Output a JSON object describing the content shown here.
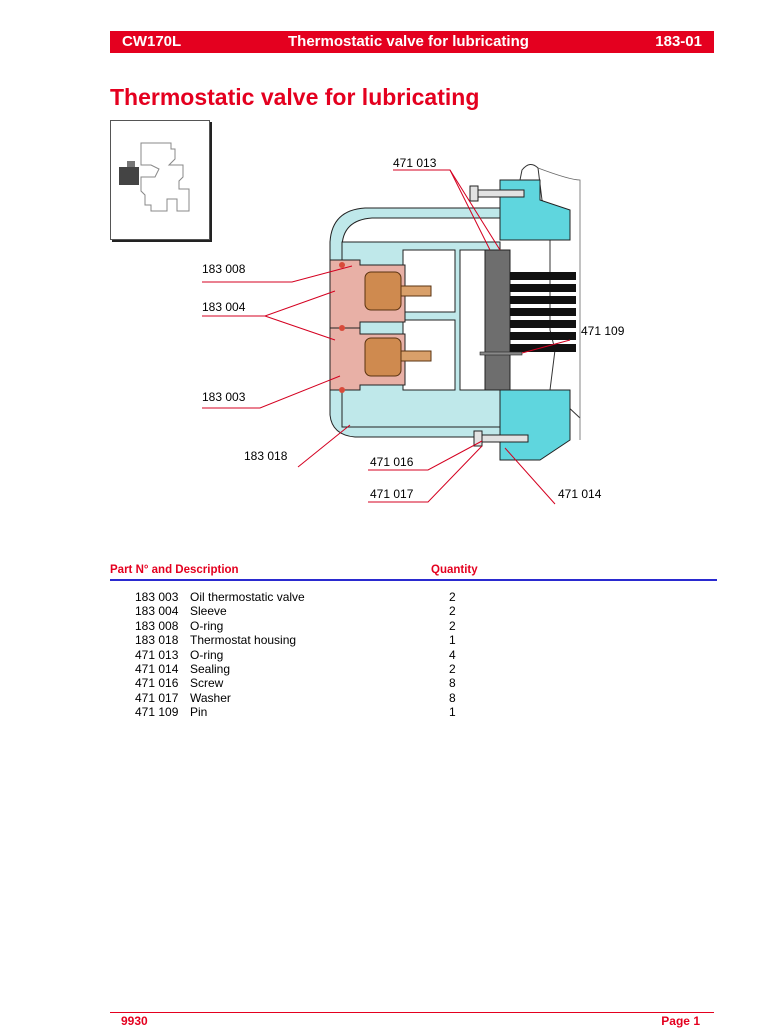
{
  "header": {
    "model": "CW170L",
    "section_title": "Thermostatic valve for lubricating",
    "section_number": "183-01"
  },
  "title": "Thermostatic valve for lubricating",
  "callouts": {
    "c471013": "471 013",
    "c183008": "183 008",
    "c183004": "183 004",
    "c471109": "471 109",
    "c183003": "183 003",
    "c183018": "183 018",
    "c471016": "471 016",
    "c471017": "471 017",
    "c471014": "471 014"
  },
  "table": {
    "header_description": "Part N° and Description",
    "header_quantity": "Quantity",
    "rows": [
      {
        "number": "183 003",
        "description": "Oil thermostatic valve",
        "quantity": "2"
      },
      {
        "number": "183 004",
        "description": "Sleeve",
        "quantity": "2"
      },
      {
        "number": "183 008",
        "description": "O-ring",
        "quantity": "2"
      },
      {
        "number": "183 018",
        "description": "Thermostat housing",
        "quantity": "1"
      },
      {
        "number": "471 013",
        "description": "O-ring",
        "quantity": "4"
      },
      {
        "number": "471 014",
        "description": "Sealing",
        "quantity": "2"
      },
      {
        "number": "471 016",
        "description": "Screw",
        "quantity": "8"
      },
      {
        "number": "471 017",
        "description": "Washer",
        "quantity": "8"
      },
      {
        "number": "471 109",
        "description": "Pin",
        "quantity": "1"
      }
    ]
  },
  "footer": {
    "code": "9930",
    "page": "Page 1"
  },
  "colors": {
    "accent_red": "#e4001f",
    "rule_blue": "#2a2ad0",
    "housing_cyan": "#bfe8ea",
    "flange_cyan": "#5fd6de",
    "sleeve_pink": "#e8b0a6",
    "valve_copper": "#cf8a4f"
  }
}
